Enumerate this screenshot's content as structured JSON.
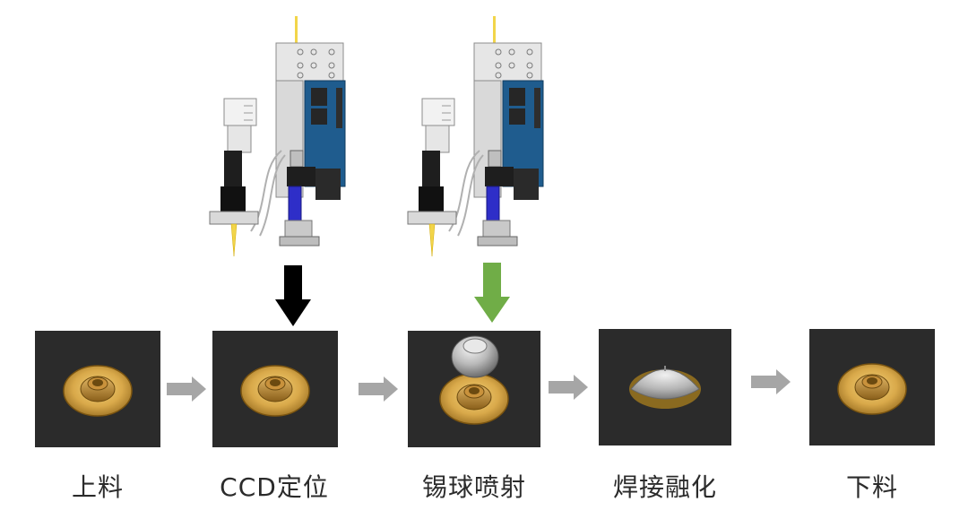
{
  "steps": [
    {
      "label": "上料"
    },
    {
      "label": "CCD定位"
    },
    {
      "label": "锡球喷射"
    },
    {
      "label": "焊接融化"
    },
    {
      "label": "下料"
    }
  ],
  "colors": {
    "panel": "#2b2b2b",
    "pad": "#d9a94a",
    "flow_arrow": "#a6a6a6",
    "ccd_arrow": "#000000",
    "jet_arrow": "#70ad47",
    "machine_blue": "#1f5c8e",
    "laser_yellow": "#f2d54a"
  },
  "icons": {
    "flow": "right-arrow-icon",
    "ccd_indicator": "down-arrow-icon",
    "jet_indicator": "down-arrow-icon"
  }
}
